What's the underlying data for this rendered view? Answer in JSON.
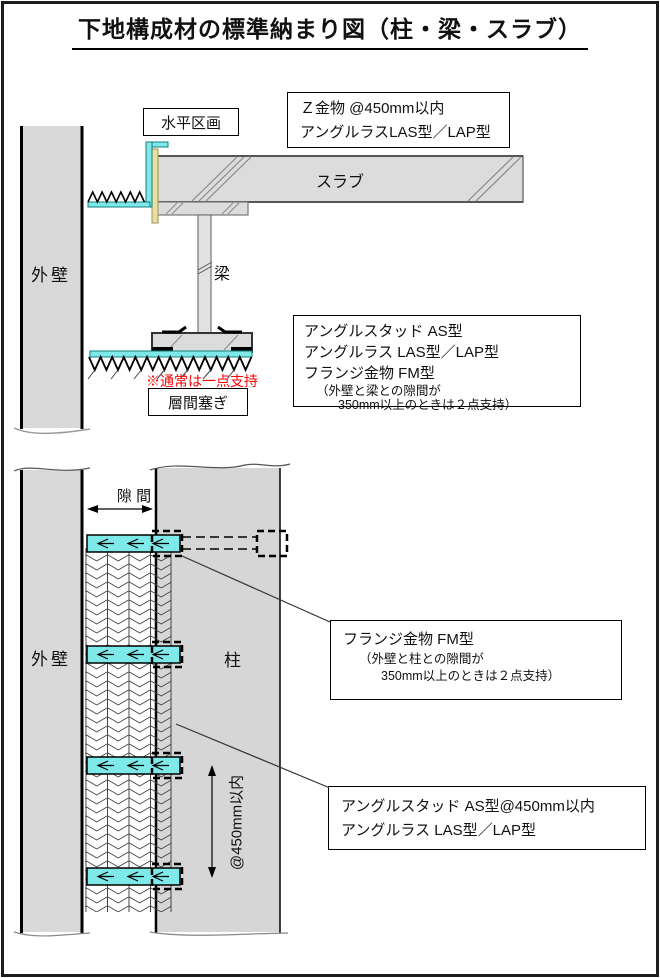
{
  "page": {
    "title": "下地構成材の標準納まり図（柱・梁・スラブ）"
  },
  "upper_diagram": {
    "wall_label": "外壁",
    "horizontal_zone_label": "水平区画",
    "z_fitting_box": {
      "line1": "Ｚ金物 @450mm以内",
      "line2": "アングルラスLAS型／LAP型"
    },
    "slab_label": "スラブ",
    "beam_label": "梁",
    "parts_box": {
      "line1": "アングルスタッド AS型",
      "line2": "アングルラス LAS型／LAP型",
      "line3": "フランジ金物 FM型",
      "note1": "（外壁と梁との隙間が",
      "note2": "350mm以上のときは２点支持）"
    },
    "support_note": "※通常は一点支持",
    "firestop_label": "層間塞ぎ"
  },
  "lower_diagram": {
    "wall_label": "外壁",
    "column_label": "柱",
    "gap_label": "隙 間",
    "pitch_label": "@450mm以内",
    "flange_box": {
      "line1": "フランジ金物 FM型",
      "note1": "（外壁と柱との隙間が",
      "note2": "350mm以上のときは２点支持）"
    },
    "stud_box": {
      "line1": "アングルスタッド AS型@450mm以内",
      "line2": "アングルラス LAS型／LAP型"
    }
  },
  "colors": {
    "fitting_cyan": "#7fe9e9",
    "packing_yellow": "#eadfa0",
    "concrete_gray": "#d9d9d9",
    "note_red": "#ff0000",
    "line_black": "#000000"
  }
}
